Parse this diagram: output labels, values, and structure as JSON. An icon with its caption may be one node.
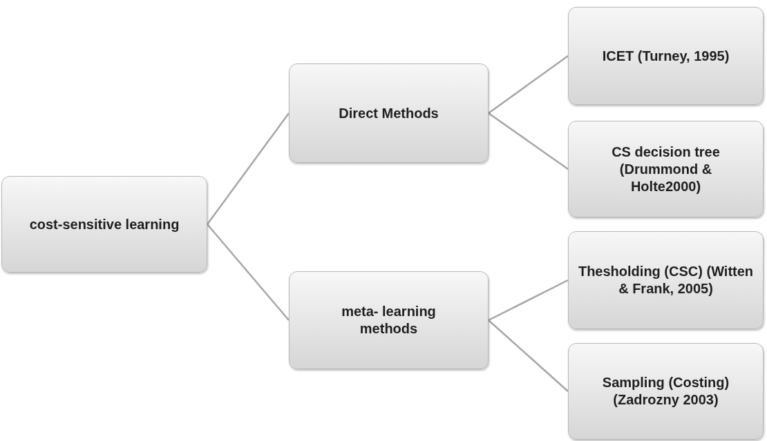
{
  "diagram": {
    "nodes": [
      {
        "text": [
          "cost-sensitive learning"
        ]
      },
      {
        "text": [
          "Direct Methods"
        ]
      },
      {
        "text": [
          "meta- learning methods"
        ]
      },
      {
        "text": [
          "ICET (Turney, 1995)"
        ]
      },
      {
        "text": [
          "CS decision tree (Drummond & Holte2000)"
        ]
      },
      {
        "text": [
          "Thesholding (CSC) (Witten & Frank, 2005)"
        ]
      },
      {
        "text": [
          "Sampling (Costing) (Zadrozny 2003)"
        ]
      }
    ],
    "edges": [
      {
        "from": 0,
        "to": 1,
        "arrow": "none"
      },
      {
        "from": 0,
        "to": 2,
        "arrow": "none"
      },
      {
        "from": 1,
        "to": 3,
        "arrow": "none"
      },
      {
        "from": 1,
        "to": 4,
        "arrow": "none"
      },
      {
        "from": 2,
        "to": 5,
        "arrow": "none"
      },
      {
        "from": 2,
        "to": 6,
        "arrow": "none"
      }
    ]
  }
}
